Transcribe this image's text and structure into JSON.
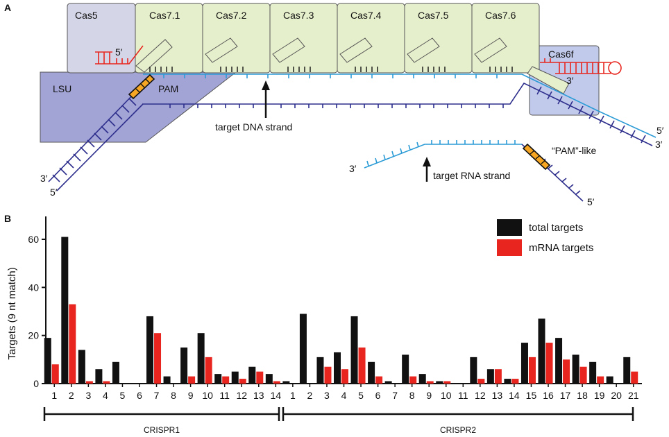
{
  "panel_a": {
    "panel_letter": "A",
    "cas_proteins": [
      "Cas5",
      "Cas7.1",
      "Cas7.2",
      "Cas7.3",
      "Cas7.4",
      "Cas7.5",
      "Cas7.6"
    ],
    "cas6f_label": "Cas6f",
    "lsu_label": "LSU",
    "pam_label": "PAM",
    "pam_like_label": "“PAM”-like",
    "target_dna_label": "target DNA strand",
    "target_rna_label": "target RNA strand",
    "end_5": "5′",
    "end_3": "3′",
    "colors": {
      "cas7_fill": "#e6efcc",
      "cas5_fill": "#d4d5e6",
      "lsu_fill": "#a3a4d6",
      "cas6f_fill": "#c2caec",
      "crrna": "#e8261f",
      "target_strand": "#2b9bd6",
      "nontarget_strand": "#2d2e8c",
      "pam_fill": "#f6a623"
    }
  },
  "panel_b": {
    "panel_letter": "B",
    "legend": {
      "total_label": "total targets",
      "mrna_label": "mRNA targets"
    },
    "colors": {
      "total": "#111111",
      "mrna": "#e8261f"
    },
    "groups": [
      "CRISPR1",
      "CRISPR2"
    ]
  },
  "chart_data": {
    "type": "bar",
    "ylabel": "Targets (9 nt match)",
    "xlabel": "",
    "ylim": [
      0,
      70
    ],
    "yticks": [
      0,
      20,
      40,
      60
    ],
    "categories": [
      "1",
      "2",
      "3",
      "4",
      "5",
      "6",
      "7",
      "8",
      "9",
      "10",
      "11",
      "12",
      "13",
      "14",
      "1",
      "2",
      "3",
      "4",
      "5",
      "6",
      "7",
      "8",
      "9",
      "10",
      "11",
      "12",
      "13",
      "14",
      "15",
      "16",
      "17",
      "18",
      "19",
      "20",
      "21"
    ],
    "category_groups": [
      "CRISPR1",
      "CRISPR1",
      "CRISPR1",
      "CRISPR1",
      "CRISPR1",
      "CRISPR1",
      "CRISPR1",
      "CRISPR1",
      "CRISPR1",
      "CRISPR1",
      "CRISPR1",
      "CRISPR1",
      "CRISPR1",
      "CRISPR1",
      "CRISPR2",
      "CRISPR2",
      "CRISPR2",
      "CRISPR2",
      "CRISPR2",
      "CRISPR2",
      "CRISPR2",
      "CRISPR2",
      "CRISPR2",
      "CRISPR2",
      "CRISPR2",
      "CRISPR2",
      "CRISPR2",
      "CRISPR2",
      "CRISPR2",
      "CRISPR2",
      "CRISPR2",
      "CRISPR2",
      "CRISPR2",
      "CRISPR2",
      "CRISPR2"
    ],
    "series": [
      {
        "name": "total targets",
        "color": "#111111",
        "values": [
          19,
          61,
          14,
          6,
          9,
          0,
          28,
          3,
          15,
          21,
          4,
          5,
          7,
          4,
          1,
          29,
          11,
          13,
          28,
          9,
          1,
          12,
          4,
          1,
          0,
          11,
          6,
          2,
          17,
          27,
          19,
          12,
          9,
          3,
          11
        ]
      },
      {
        "name": "mRNA targets",
        "color": "#e8261f",
        "values": [
          8,
          33,
          1,
          1,
          0,
          0,
          21,
          0,
          3,
          11,
          3,
          2,
          5,
          1,
          0,
          0,
          7,
          6,
          15,
          3,
          0,
          3,
          1,
          1,
          0,
          2,
          6,
          2,
          11,
          17,
          10,
          7,
          3,
          0,
          5
        ]
      }
    ],
    "legend_position": "top-right",
    "grid": false
  }
}
